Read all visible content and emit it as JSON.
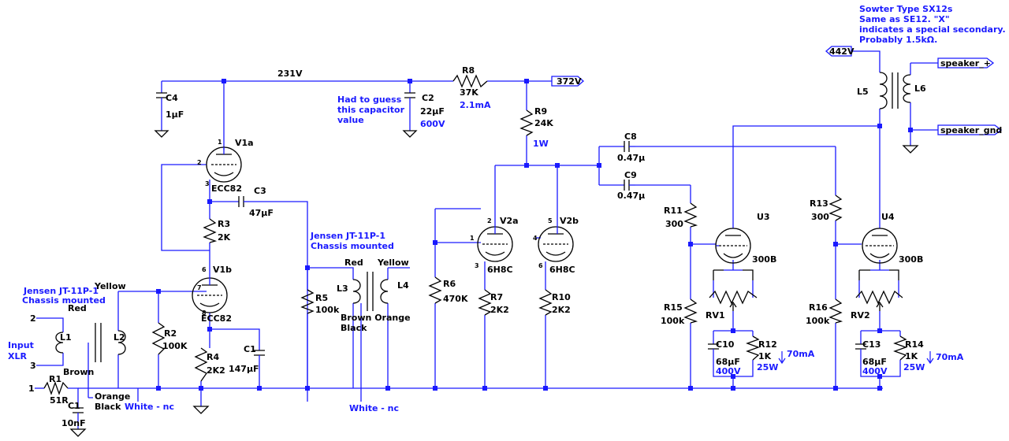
{
  "nets": {
    "b231": "231V",
    "b372": "372V",
    "b442": "442V",
    "spk_p": "speaker_+",
    "spk_g": "speaker_gnd"
  },
  "parts": {
    "R1": {
      "ref": "R1",
      "value": "51R"
    },
    "C1a": {
      "ref": "C1",
      "value": "10nF"
    },
    "R2": {
      "ref": "R2",
      "value": "100K"
    },
    "R3": {
      "ref": "R3",
      "value": "2K"
    },
    "R4": {
      "ref": "R4",
      "value": "2K2"
    },
    "C1b": {
      "ref": "C1",
      "value": "147µF"
    },
    "C3": {
      "ref": "C3",
      "value": "47µF"
    },
    "C4": {
      "ref": "C4",
      "value": "1µF"
    },
    "R5": {
      "ref": "R5",
      "value": "100k"
    },
    "R6": {
      "ref": "R6",
      "value": "470K"
    },
    "R7": {
      "ref": "R7",
      "value": "2K2"
    },
    "R10": {
      "ref": "R10",
      "value": "2K2"
    },
    "R8": {
      "ref": "R8",
      "value": "37K",
      "extra": "2.1mA"
    },
    "R9": {
      "ref": "R9",
      "value": "24K",
      "extra": "1W"
    },
    "C2": {
      "ref": "C2",
      "value": "22µF",
      "extra": "600V"
    },
    "C8": {
      "ref": "C8",
      "value": "0.47µ"
    },
    "C9": {
      "ref": "C9",
      "value": "0.47µ"
    },
    "R11": {
      "ref": "R11",
      "value": "300"
    },
    "R13": {
      "ref": "R13",
      "value": "300"
    },
    "R15": {
      "ref": "R15",
      "value": "100k"
    },
    "R16": {
      "ref": "R16",
      "value": "100k"
    },
    "RV1": {
      "ref": "RV1"
    },
    "RV2": {
      "ref": "RV2"
    },
    "C10": {
      "ref": "C10",
      "value": "68µF",
      "extra": "400V"
    },
    "C13": {
      "ref": "C13",
      "value": "68µF",
      "extra": "400V"
    },
    "R12": {
      "ref": "R12",
      "value": "1K",
      "extra": "25W"
    },
    "R14": {
      "ref": "R14",
      "value": "1K",
      "extra": "25W"
    },
    "L1": {
      "ref": "L1"
    },
    "L2": {
      "ref": "L2"
    },
    "L3": {
      "ref": "L3"
    },
    "L4": {
      "ref": "L4"
    },
    "L5": {
      "ref": "L5"
    },
    "L6": {
      "ref": "L6"
    }
  },
  "tubes": {
    "V1a": {
      "ref": "V1a",
      "type": "ECC82"
    },
    "V1b": {
      "ref": "V1b",
      "type": "ECC82"
    },
    "V2a": {
      "ref": "V2a",
      "type": "6H8C"
    },
    "V2b": {
      "ref": "V2b",
      "type": "6H8C"
    },
    "U3": {
      "ref": "U3",
      "type": "300B"
    },
    "U4": {
      "ref": "U4",
      "type": "300B"
    }
  },
  "pins": {
    "v1a_anode": "1",
    "v1a_grid": "2",
    "v1a_cath": "3",
    "v1b_anode": "6",
    "v1b_grid": "7",
    "v1b_cath": "8",
    "v2a_anode": "2",
    "v2a_grid": "1",
    "v2a_cath": "3",
    "v2b_anode": "5",
    "v2b_grid": "4",
    "v2b_cath": "6",
    "in_2": "2",
    "in_3": "3",
    "in_1": "1"
  },
  "notes": {
    "input": [
      "Input",
      "XLR"
    ],
    "jensen1": [
      "Jensen JT-11P-1",
      "Chassis mounted"
    ],
    "jensen2": [
      "Jensen JT-11P-1",
      "Chassis mounted"
    ],
    "yellow1": "Yellow",
    "red1": "Red",
    "brown1": "Brown",
    "orange1": "Orange",
    "black1": "Black",
    "white_nc1": "White - nc",
    "red2": "Red",
    "yellow2": "Yellow",
    "brown_orange2": "Brown Orange",
    "black2": "Black",
    "white_nc2": "White - nc",
    "guess": [
      "Had to guess",
      "this capacitor",
      "value"
    ],
    "sowter": [
      "Sowter Type SX12s",
      "Same as SE12.  \"X\"",
      "indicates a special secondary.",
      "Probably 1.5kΩ."
    ],
    "i70a": "70mA",
    "i70b": "70mA"
  }
}
